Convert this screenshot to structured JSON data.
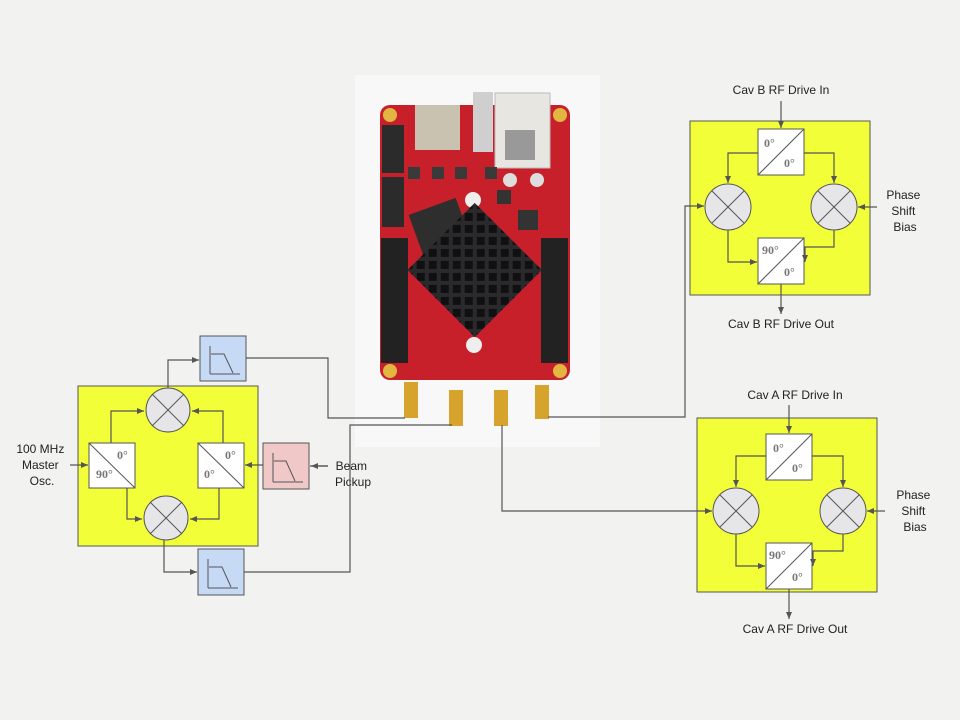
{
  "board": {
    "image_alt": "Red Pitaya board",
    "description": "Red Pitaya FPGA board with SMA RF connectors IN1, IN2, OUT1, OUT2"
  },
  "demodulator": {
    "input_label": "100 MHz Master Osc.",
    "input_lines": [
      "100 MHz",
      "Master",
      "Osc."
    ],
    "pickup_lines": [
      "Beam",
      "Pickup"
    ],
    "left_splitter": {
      "top": "0°",
      "bottom": "90°"
    },
    "right_splitter": {
      "top": "0°",
      "bottom": "0°"
    }
  },
  "cav_b": {
    "in_label": "Cav B RF Drive In",
    "out_label": "Cav B RF Drive Out",
    "bias_lines": [
      "Phase",
      "Shift",
      "Bias"
    ],
    "top_splitter": {
      "a": "0°",
      "b": "0°"
    },
    "bottom_splitter": {
      "a": "90°",
      "b": "0°"
    }
  },
  "cav_a": {
    "in_label": "Cav A RF Drive In",
    "out_label": "Cav A RF Drive Out",
    "bias_lines": [
      "Phase",
      "Shift",
      "Bias"
    ],
    "top_splitter": {
      "a": "0°",
      "b": "0°"
    },
    "bottom_splitter": {
      "a": "90°",
      "b": "0°"
    }
  },
  "colors": {
    "block": "#f2ff38",
    "lowpass": "#c6d9f5",
    "bandpass": "#f0c8c8",
    "mixer": "#e6e6e8",
    "pcb": "#c8202a",
    "heatsink": "#1d1d1f"
  }
}
